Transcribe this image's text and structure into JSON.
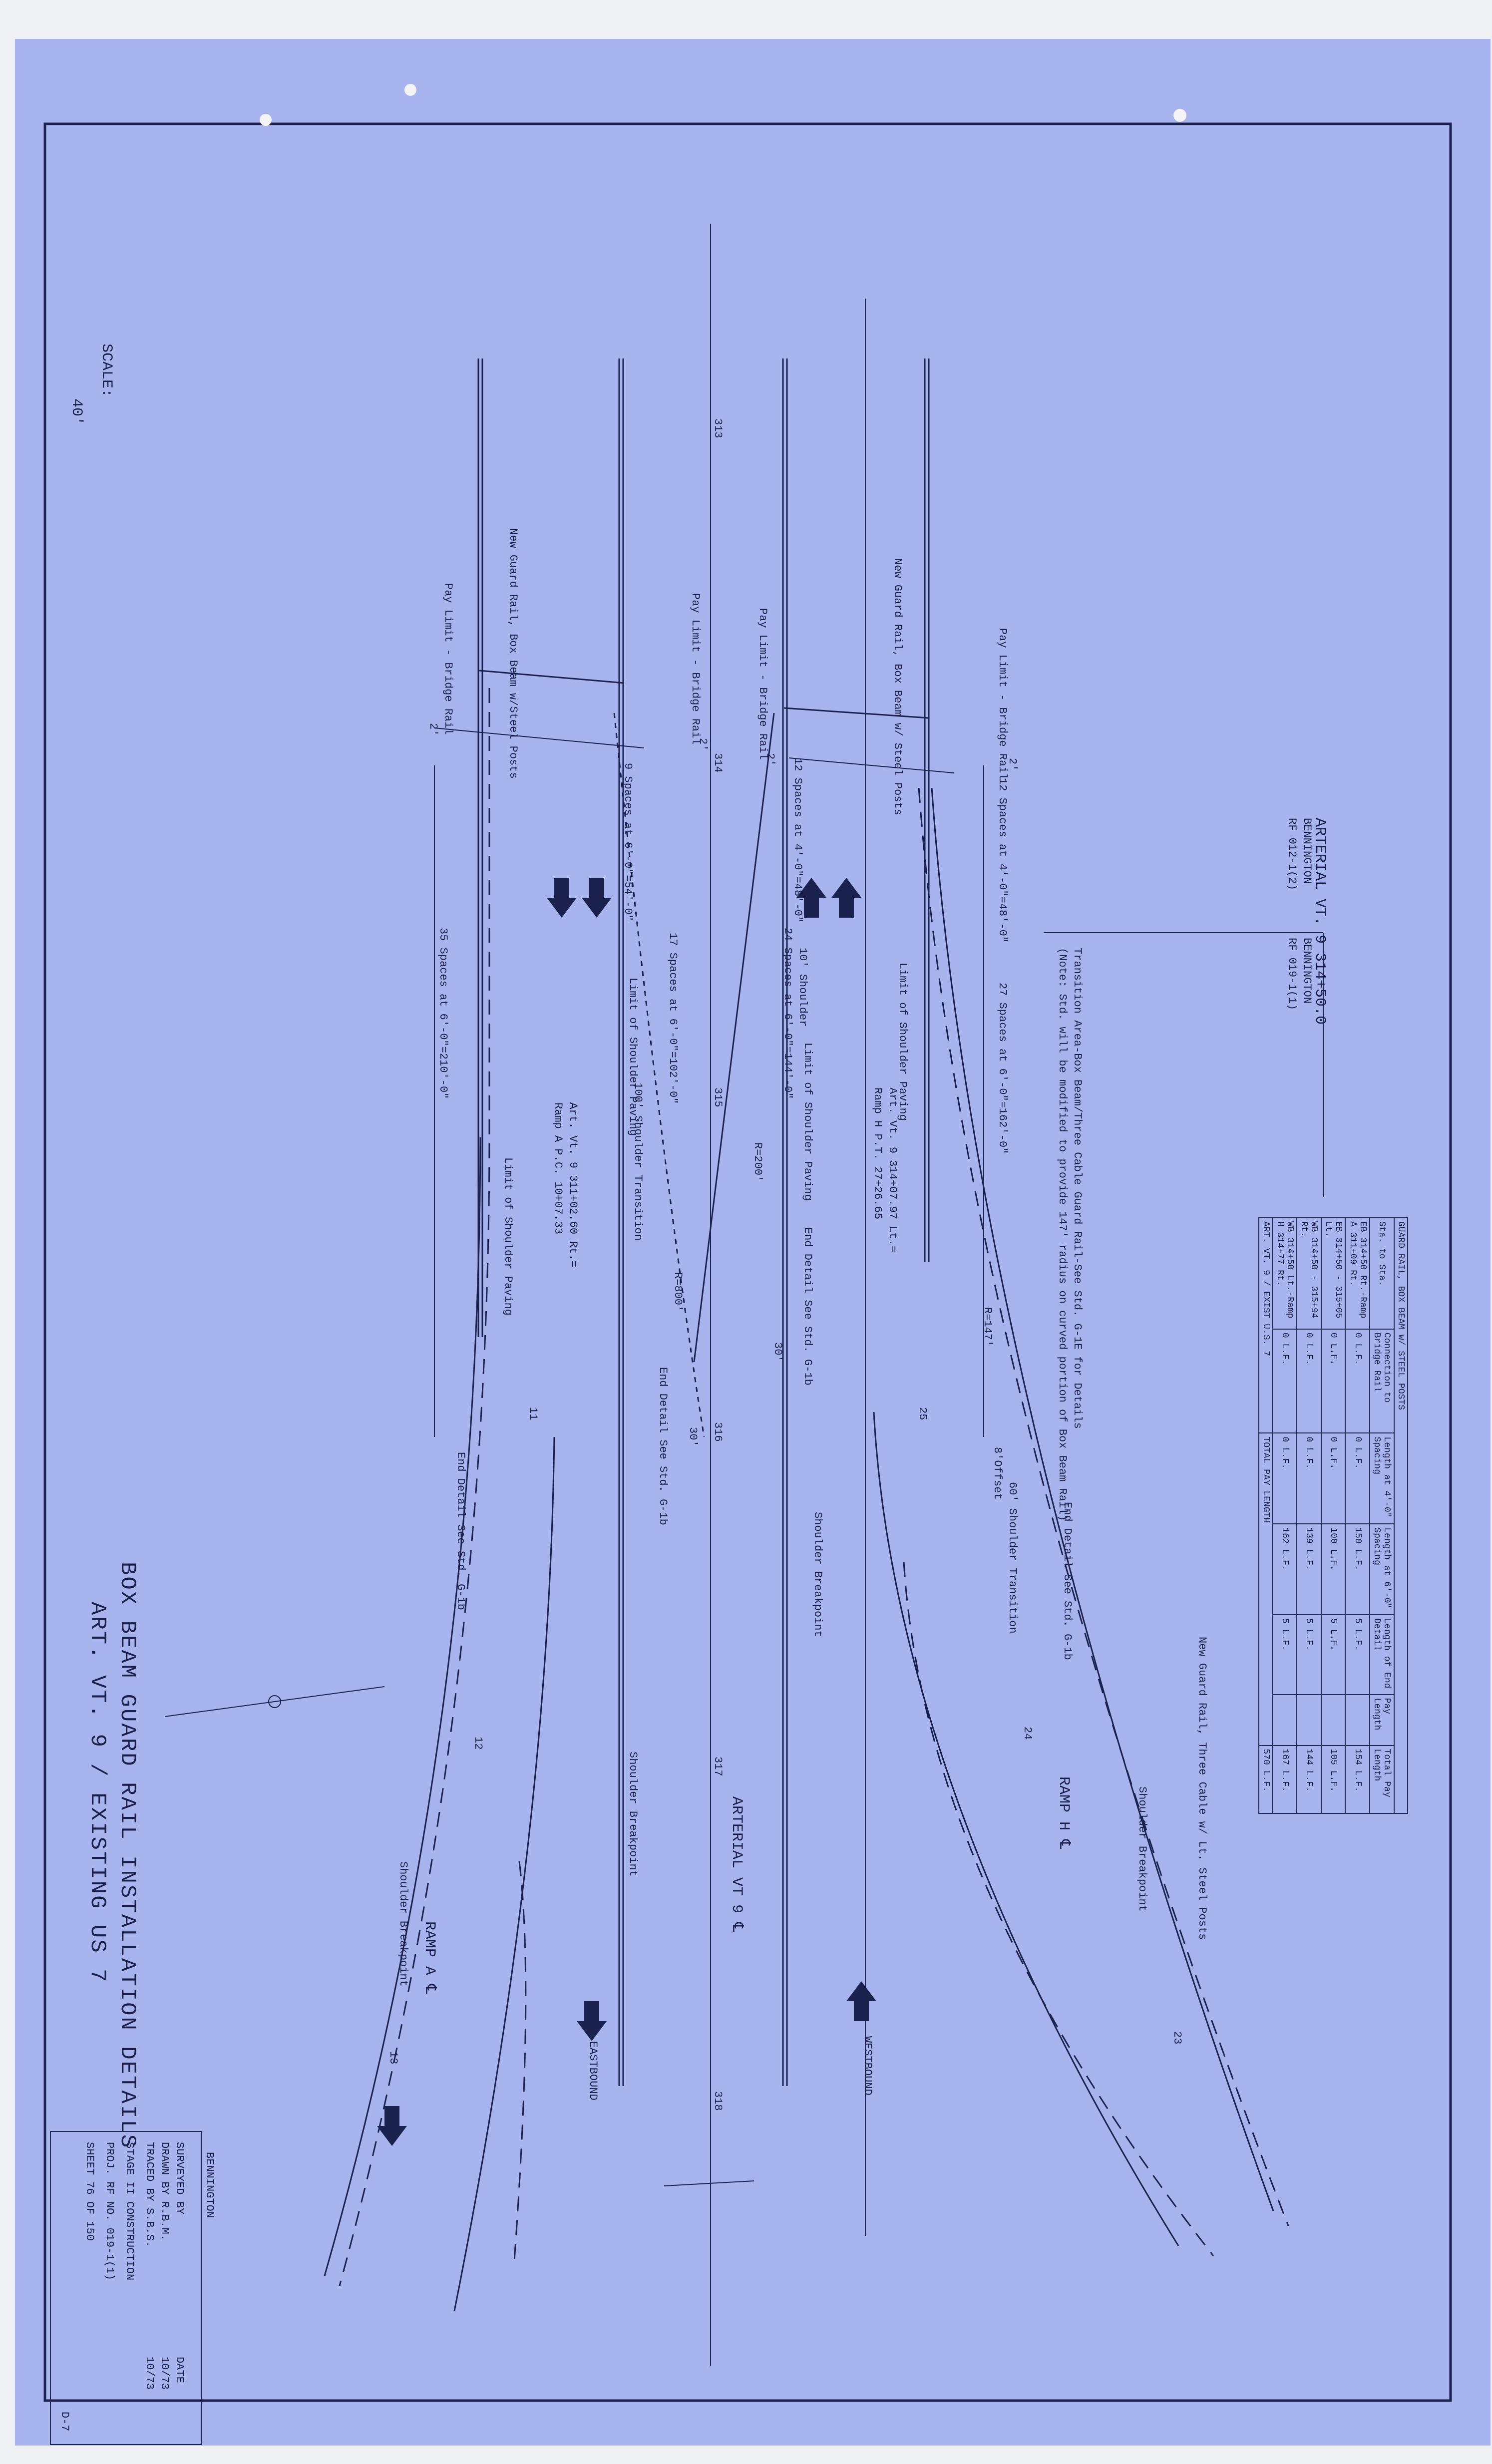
{
  "sheet": {
    "title": "BOX BEAM GUARD RAIL INSTALLATION DETAILS",
    "subtitle": "ART. VT. 9 / EXISTING US 7",
    "scale_label": "SCALE:",
    "scale_value": "40'"
  },
  "station_header": {
    "main": "ARTERIAL VT. 9 314+50.0",
    "left_line1": "BENNINGTON",
    "left_line2": "RF 012-1(2)",
    "right_line1": "BENNINGTON",
    "right_line2": "RF 019-1(1)"
  },
  "table": {
    "title": "GUARD RAIL, BOX BEAM w/ STEEL POSTS",
    "headers": [
      "Sta. to Sta.",
      "Connection to Bridge Rail",
      "Length at 4'-0\" Spacing",
      "Length at 6'-0\" Spacing",
      "Length of End Detail",
      "Pay Length",
      "Total Pay Length"
    ],
    "rows": [
      [
        "EB 314+50 Rt.-Ramp A 311+09 Rt.",
        "0 L.F.",
        "0 L.F.",
        "150 L.F.",
        "5 L.F.",
        "",
        "154 L.F."
      ],
      [
        "EB 314+50 - 315+05 Lt.",
        "0 L.F.",
        "0 L.F.",
        "100 L.F.",
        "5 L.F.",
        "",
        "105 L.F."
      ],
      [
        "WB 314+50 - 315+94 Rt.",
        "0 L.F.",
        "0 L.F.",
        "139 L.F.",
        "5 L.F.",
        "",
        "144 L.F."
      ],
      [
        "WB 314+50 Lt.-Ramp H 314+77 Rt.",
        "0 L.F.",
        "0 L.F.",
        "162 L.F.",
        "5 L.F.",
        "",
        "167 L.F."
      ]
    ],
    "footer_left": "ART. VT. 9 / EXIST U.S. 7",
    "footer_mid": "TOTAL PAY LENGTH",
    "footer_right": "570 L.F."
  },
  "title_block": {
    "town": "BENNINGTON",
    "surveyed": "SURVEYED BY",
    "date_label": "DATE",
    "drawn": "DRAWN BY R.B.M.",
    "drawn_date": "10/73",
    "traced": "TRACED BY S.B.S.",
    "traced_date": "10/73",
    "stage": "STAGE II CONSTRUCTION",
    "proj": "PROJ. RF NO. 019-1(1)",
    "sheet": "SHEET 76 OF 150",
    "dwg": "D-7"
  },
  "stations": [
    "313",
    "314",
    "315",
    "316",
    "317",
    "318"
  ],
  "ramp_stations": [
    "11",
    "12",
    "13",
    "23",
    "24",
    "25"
  ],
  "labels": {
    "pay_limit_1": "Pay Limit - Bridge Rail",
    "pay_limit_2": "Pay Limit - Bridge Rail",
    "pay_limit_3": "Pay Limit - Bridge Rail",
    "pay_limit_4": "Pay Limit - Bridge Rail",
    "new_guard_rail_1": "New Guard Rail, Box Beam w/Steel Posts",
    "new_guard_rail_2": "New Guard Rail, Box Beam w/ Steel Posts",
    "new_guard_rail_3": "New Guard Rail, Three Cable w/ Lt. Steel Posts",
    "spaces_1": "35 Spaces at 6'-0\"=210'-0\"",
    "spaces_2": "9 Spaces at 6'-0\"=54'-0\"",
    "spaces_3": "12 Spaces at 4'-0\"=48'-0\"",
    "spaces_4": "12 Spaces at 4'-0\"=48'-0\"",
    "spaces_5": "17 Spaces at 6'-0\"=102'-0\"",
    "spaces_6": "24 Spaces at 6'-0\"=144'-0\"",
    "spaces_7": "27 Spaces at 6'-0\"=162'-0\"",
    "transition": "Transition Area-Box Beam/Three Cable Guard Rail-See Std. G-1E for Details",
    "transition_note": "(Note: Std. will be modified to provide 147' radius on curved portion of Box Beam Rail)",
    "limit_paving_1": "Limit of Shoulder Paving",
    "limit_paving_2": "Limit of Shoulder Paving",
    "limit_paving_3": "Limit of Shoulder Paving",
    "limit_paving_4": "Limit of Shoulder Paving",
    "art_vt9_a": "Art. Vt. 9 311+02.60 Rt.=",
    "ramp_a": "Ramp A P.C. 10+07.33",
    "art_vt9_h": "Art. Vt. 9 314+07.97 Lt.=",
    "ramp_h": "Ramp H P.T. 27+26.65",
    "end_detail_1": "End Detail See Std. G-1b",
    "end_detail_2": "End Detail See Std. G-1b",
    "end_detail_3": "End Detail See Std. G-1b",
    "end_detail_4": "End Detail See Std. G-1b",
    "shoulder_transition_1": "100' Shoulder Transition",
    "shoulder_transition_2": "60' Shoulder Transition",
    "shoulder_breakpoint_1": "Shoulder Breakpoint",
    "shoulder_breakpoint_2": "Shoulder Breakpoint",
    "shoulder_breakpoint_3": "Shoulder Breakpoint",
    "shoulder_breakpoint_4": "Shoulder Breakpoint",
    "r200": "R=200'",
    "r800": "R=800'",
    "r147": "R=147'",
    "offset_30a": "30'",
    "offset_30b": "30'",
    "offset_8": "8'Offset",
    "dim_2a": "2'",
    "dim_2b": "2'",
    "dim_2c": "2'",
    "dim_2d": "2'",
    "shoulder_10": "10' Shoulder",
    "arterial_cl": "ARTERIAL VT 9 ℄",
    "ramp_a_cl": "RAMP A ℄",
    "ramp_h_cl": "RAMP H ℄",
    "eastbound": "EASTBOUND",
    "westbound": "WESTBOUND"
  }
}
